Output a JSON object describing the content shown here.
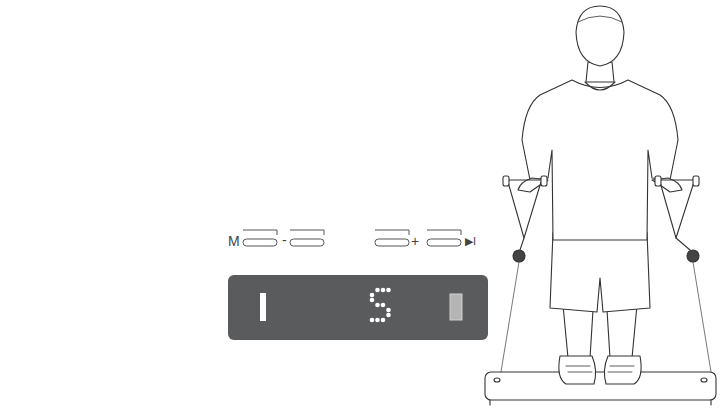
{
  "diagram": {
    "labels": [
      "M",
      "-",
      "+",
      "▶I"
    ]
  }
}
